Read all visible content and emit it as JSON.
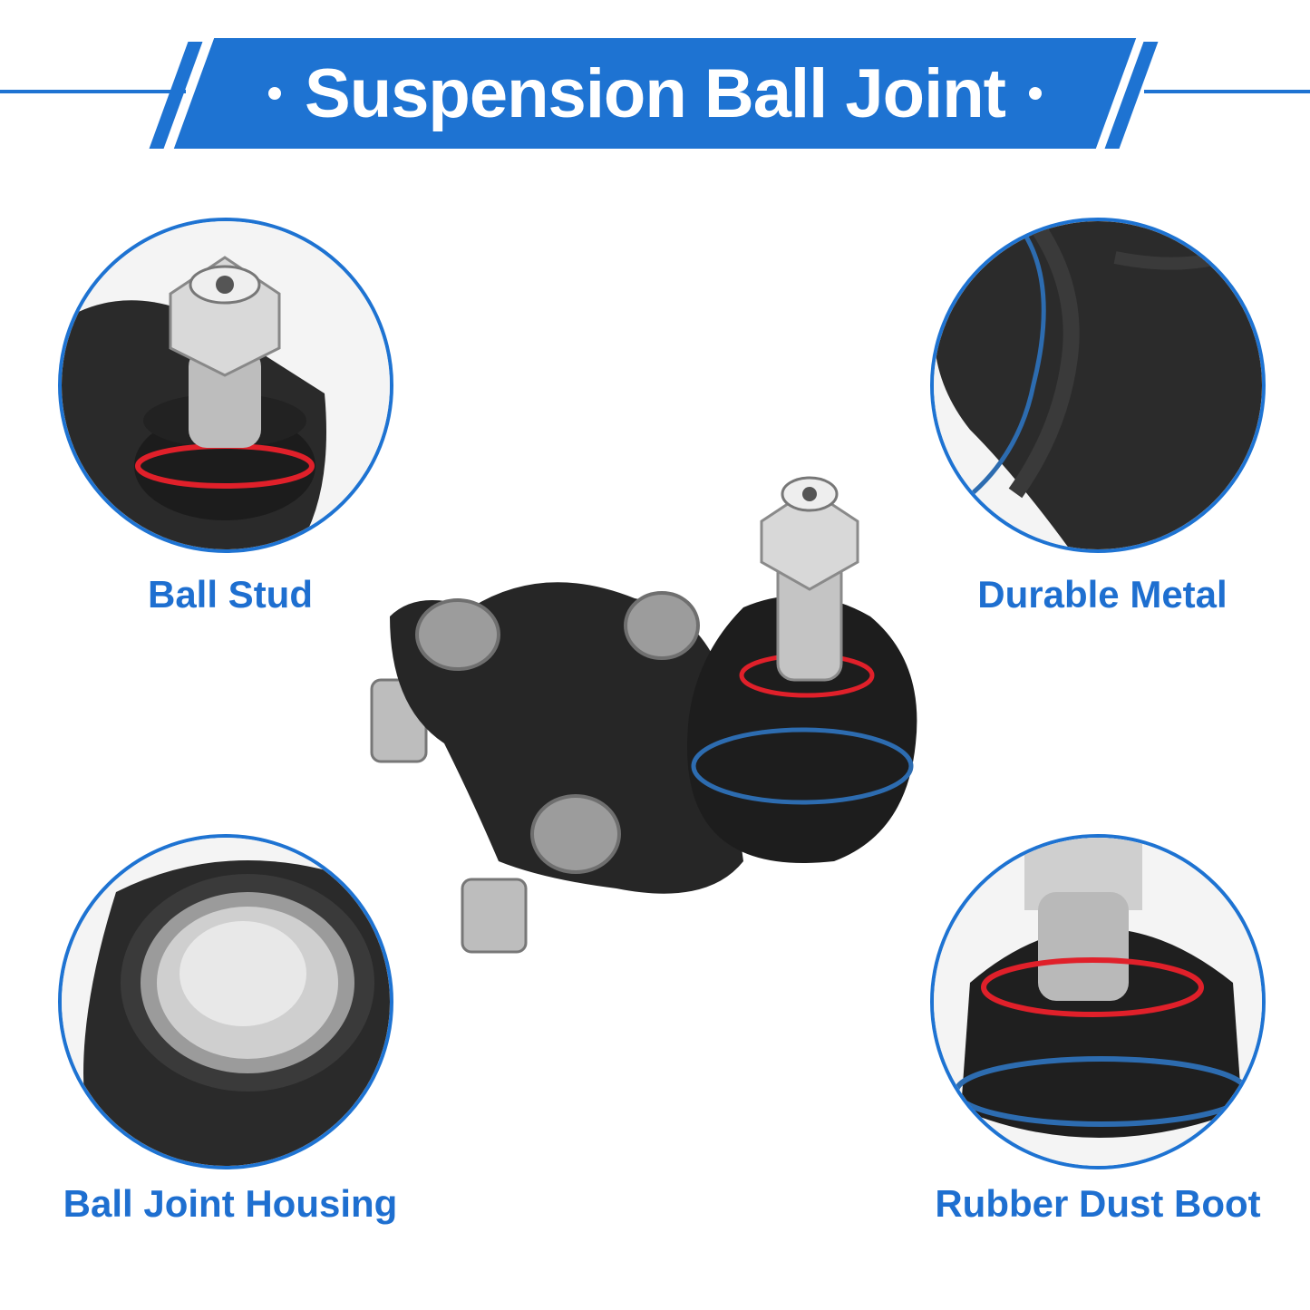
{
  "banner": {
    "title": "Suspension Ball Joint"
  },
  "callouts": [
    {
      "label": "Ball Stud"
    },
    {
      "label": "Durable Metal"
    },
    {
      "label": "Ball Joint Housing"
    },
    {
      "label": "Rubber Dust Boot"
    }
  ],
  "colors": {
    "accent": "#1e73d2",
    "label": "#1e6fd0",
    "boot_ring_red": "#e0202a",
    "boot_ring_blue": "#2d6cb0"
  }
}
